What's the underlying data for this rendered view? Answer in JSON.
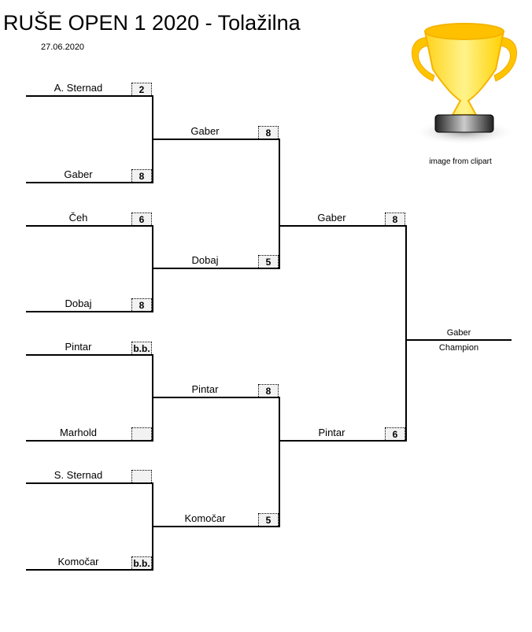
{
  "title": "RUŠE OPEN 1 2020 - Tolažilna",
  "date": "27.06.2020",
  "image_credit": "image from clipart",
  "rounds": [
    [
      {
        "name": "A. Sternad",
        "score": "2"
      },
      {
        "name": "Gaber",
        "score": "8"
      },
      {
        "name": "Čeh",
        "score": "6"
      },
      {
        "name": "Dobaj",
        "score": "8"
      },
      {
        "name": "Pintar",
        "score": "b.b."
      },
      {
        "name": "Marhold",
        "score": ""
      },
      {
        "name": "S. Sternad",
        "score": ""
      },
      {
        "name": "Komočar",
        "score": "b.b."
      }
    ],
    [
      {
        "name": "Gaber",
        "score": "8"
      },
      {
        "name": "Dobaj",
        "score": "5"
      },
      {
        "name": "Pintar",
        "score": "8"
      },
      {
        "name": "Komočar",
        "score": "5"
      }
    ],
    [
      {
        "name": "Gaber",
        "score": "8"
      },
      {
        "name": "Pintar",
        "score": "6"
      }
    ]
  ],
  "champion": {
    "name": "Gaber",
    "label": "Champion"
  }
}
